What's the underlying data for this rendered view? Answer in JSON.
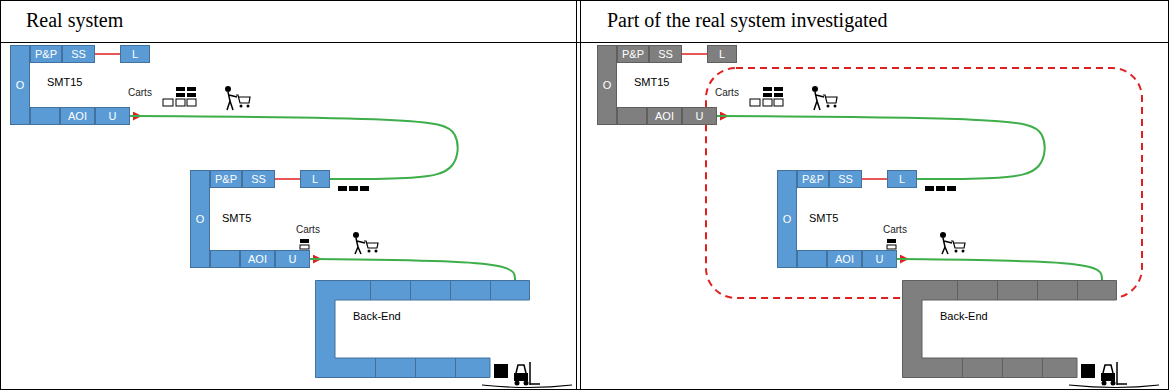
{
  "diagram": {
    "nodes": [
      {
        "text": [
          "Real system"
        ]
      },
      {
        "text": [
          "P&P"
        ],
        "in": 0
      },
      {
        "text": [
          "SS"
        ],
        "in": 0
      },
      {
        "text": [
          "L"
        ],
        "in": 0
      },
      {
        "text": [
          "O"
        ],
        "in": 0
      },
      {
        "text": [
          "AOI"
        ],
        "in": 0
      },
      {
        "text": [
          "U"
        ],
        "in": 0
      },
      {
        "text": [
          "P&P"
        ],
        "in": 0
      },
      {
        "text": [
          "SS"
        ],
        "in": 0
      },
      {
        "text": [
          "L"
        ],
        "in": 0
      },
      {
        "text": [
          "O"
        ],
        "in": 0
      },
      {
        "text": [
          "AOI"
        ],
        "in": 0
      },
      {
        "text": [
          "U"
        ],
        "in": 0
      },
      {
        "text": [
          "Back-End"
        ],
        "in": 0
      },
      {
        "text": [
          "Part of the real system investigated"
        ]
      },
      {
        "text": [
          "P&P"
        ],
        "in": 14
      },
      {
        "text": [
          "SS"
        ],
        "in": 14
      },
      {
        "text": [
          "L"
        ],
        "in": 14
      },
      {
        "text": [
          "O"
        ],
        "in": 14
      },
      {
        "text": [
          "AOI"
        ],
        "in": 14
      },
      {
        "text": [
          "U"
        ],
        "in": 14
      },
      {
        "text": [
          "P&P"
        ],
        "in": 14
      },
      {
        "text": [
          "SS"
        ],
        "in": 14
      },
      {
        "text": [
          "L"
        ],
        "in": 14
      },
      {
        "text": [
          "O"
        ],
        "in": 14
      },
      {
        "text": [
          "AOI"
        ],
        "in": 14
      },
      {
        "text": [
          "U"
        ],
        "in": 14
      },
      {
        "text": [
          "Back-End"
        ],
        "in": 14
      }
    ],
    "edges": [
      {
        "from": 6,
        "to": 9,
        "arrow": "none"
      },
      {
        "from": 12,
        "to": 13,
        "arrow": "none"
      },
      {
        "from": 20,
        "to": 23,
        "arrow": "none"
      },
      {
        "from": 26,
        "to": 27,
        "arrow": "none"
      }
    ],
    "labels": [
      "SMT15",
      "Carts",
      "SMT5",
      "Carts",
      "SMT15",
      "Carts",
      "SMT5",
      "Carts"
    ]
  }
}
